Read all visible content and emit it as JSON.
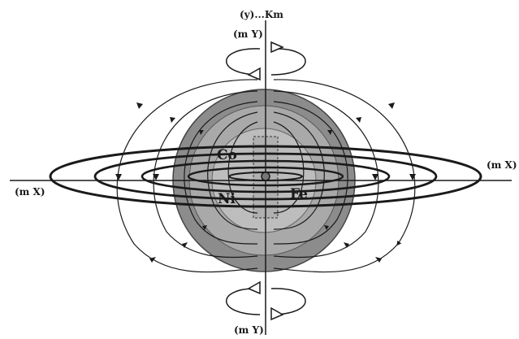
{
  "labels": {
    "y_axis_title": "(y)...Km",
    "y_top": "(m Y)",
    "y_bottom": "(m Y)",
    "x_left": "(m X)",
    "x_right": "(m X)",
    "cobalt": "Co",
    "iron": "Fe",
    "nickel": "Ni"
  },
  "colors": {
    "outer_shell": "#8c8c8c",
    "inner_shell": "#a9a9a9",
    "core_zone": "#bdbdbd",
    "lines": "#1a1a1a"
  }
}
